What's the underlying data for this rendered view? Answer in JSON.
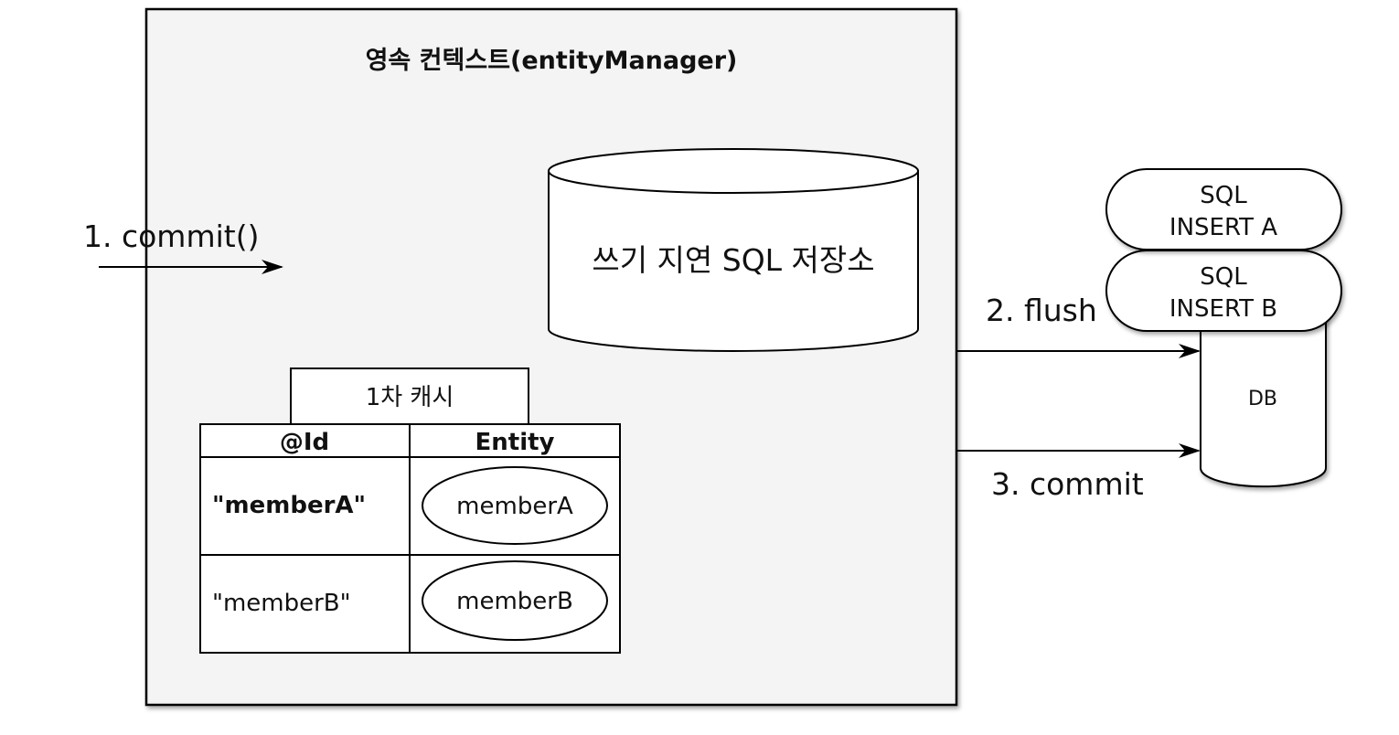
{
  "context": {
    "title": "영속 컨텍스트(entityManager)"
  },
  "write_behind_store": {
    "label": "쓰기 지연 SQL 저장소"
  },
  "first_level_cache": {
    "label": "1차 캐시",
    "headers": [
      "@Id",
      "Entity"
    ],
    "rows": [
      {
        "id": "\"memberA\"",
        "entity": "memberA"
      },
      {
        "id": "\"memberB\"",
        "entity": "memberB"
      }
    ]
  },
  "steps": {
    "commit_call": "1. commit()",
    "flush": "2. flush",
    "commit": "3. commit"
  },
  "sql_queue": [
    {
      "line1": "SQL",
      "line2": "INSERT A"
    },
    {
      "line1": "SQL",
      "line2": "INSERT B"
    }
  ],
  "database": {
    "label": "DB"
  }
}
